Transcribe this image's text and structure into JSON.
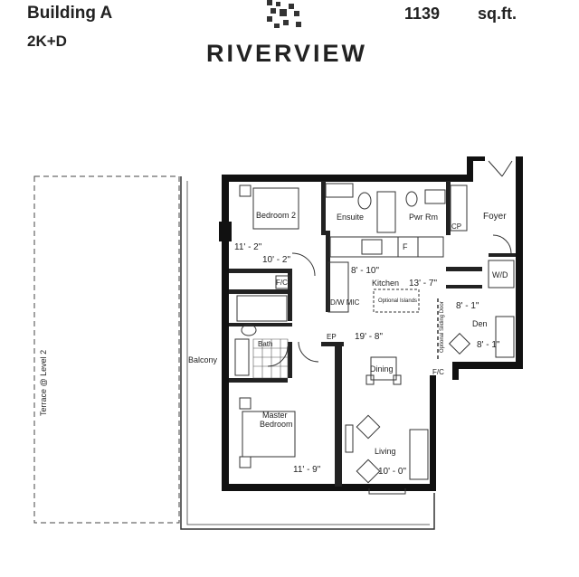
{
  "header": {
    "building": "Building A",
    "unit_type": "2K+D",
    "area_value": "1139",
    "area_unit": "sq.ft.",
    "brand": "RIVERVIEW"
  },
  "rooms": {
    "bedroom2": {
      "name": "Bedroom 2",
      "dim1": "11' - 2\"",
      "dim2": "10' - 2\""
    },
    "ensuite": "Ensuite",
    "pwr_rm": "Pwr Rm",
    "cp": "CP",
    "foyer": "Foyer",
    "kitchen": {
      "name": "Kitchen",
      "dim1": "8' - 10\"",
      "dim2": "13' - 7\""
    },
    "optional_islands": "Optional Islands",
    "wd": "W/D",
    "dw_mic": "D/W MIC",
    "fc": "F/C",
    "fridge": "F",
    "den": {
      "name": "Den",
      "dim1": "8' - 1\"",
      "dim2": "8' - 1\""
    },
    "optional_sliding_door": "Optional Sliding Door",
    "ep": "EP",
    "dining": {
      "name": "Dining",
      "dim": "19' - 8\""
    },
    "bath": "Bath",
    "balcony": "Balcony",
    "terrace": "Terrace @ Level 2",
    "master": {
      "name": "Master Bedroom",
      "line1": "Master",
      "line2": "Bedroom",
      "dim": "11' - 9\""
    },
    "living": {
      "name": "Living",
      "dim": "10' - 0\""
    }
  }
}
